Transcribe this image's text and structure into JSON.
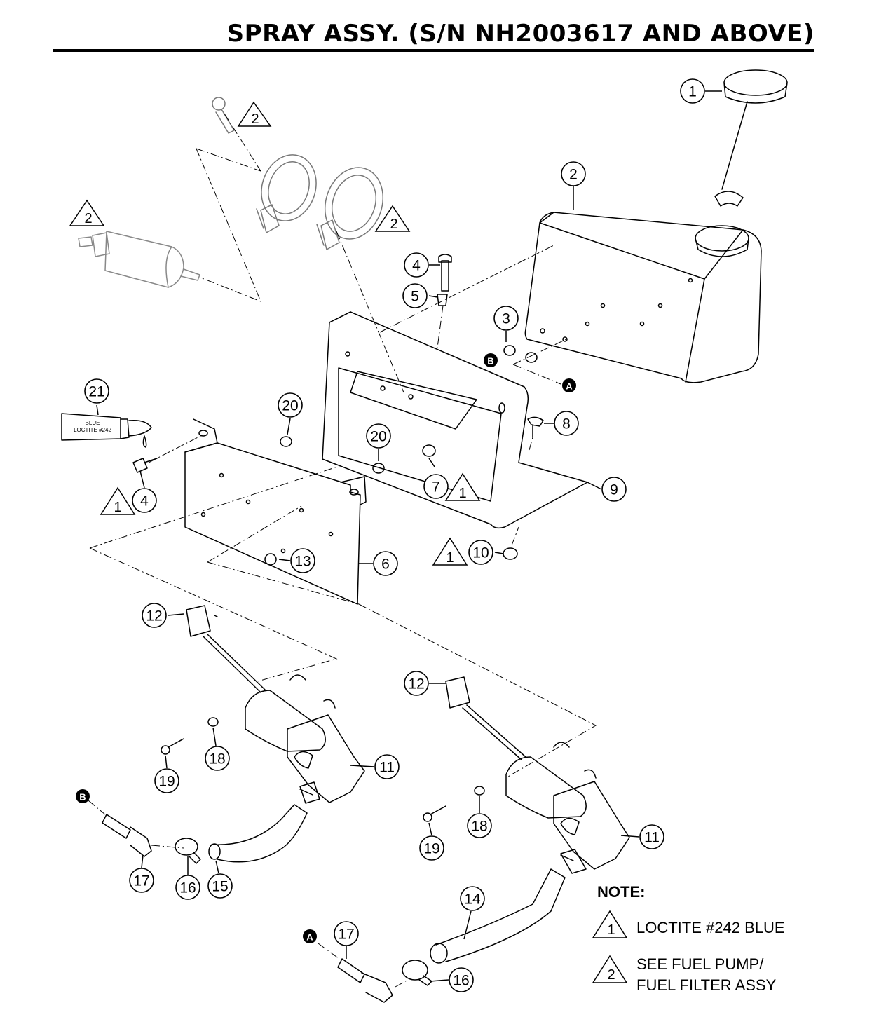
{
  "title": "SPRAY ASSY. (S/N NH2003617 AND ABOVE)",
  "tube_label": {
    "line1": "BLUE",
    "line2": "LOCTITE #242"
  },
  "callouts": [
    "1",
    "2",
    "3",
    "4",
    "5",
    "7",
    "8",
    "9",
    "10",
    "21",
    "20",
    "20",
    "4",
    "6",
    "13",
    "12",
    "11",
    "18",
    "19",
    "17",
    "16",
    "15",
    "12",
    "11",
    "18",
    "19",
    "14",
    "17",
    "16"
  ],
  "triangle_notes": [
    "2",
    "2",
    "2",
    "1",
    "1",
    "1"
  ],
  "reference_letters": [
    "A",
    "B",
    "B",
    "A"
  ],
  "notes": {
    "heading": "NOTE:",
    "items": [
      {
        "symbol": "1",
        "text": "LOCTITE #242 BLUE"
      },
      {
        "symbol": "2",
        "text_line1": "SEE FUEL PUMP/",
        "text_line2": "FUEL FILTER ASSY"
      }
    ]
  }
}
